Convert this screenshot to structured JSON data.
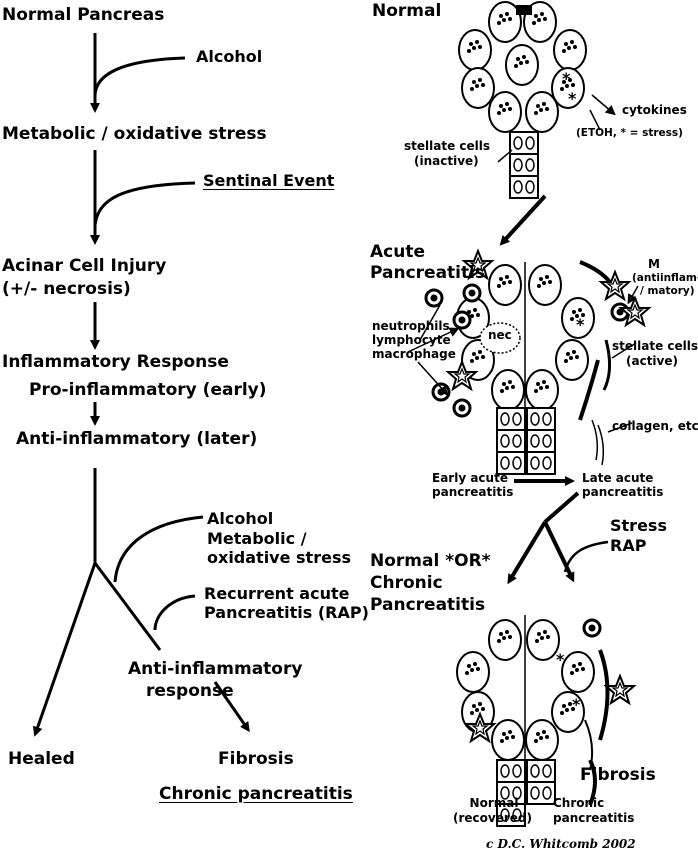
{
  "flow": {
    "normal_pancreas": "Normal Pancreas",
    "alcohol": "Alcohol",
    "metabolic_stress": "Metabolic / oxidative stress",
    "sentinal_event": "Sentinal Event",
    "acinar_injury_1": "Acinar Cell Injury",
    "acinar_injury_2": "(+/- necrosis)",
    "inflammatory_response": "Inflammatory Response",
    "pro_inflammatory": "Pro-inflammatory (early)",
    "anti_inflammatory_later": "Anti-inflammatory (later)",
    "alcohol_2": "Alcohol",
    "metabolic_2a": "Metabolic /",
    "metabolic_2b": "oxidative stress",
    "rap_1": "Recurrent acute",
    "rap_2": "Pancreatitis (RAP)",
    "anti_response_1": "Anti-inflammatory",
    "anti_response_2": "response",
    "healed": "Healed",
    "fibrosis": "Fibrosis",
    "chronic_pancreatitis": "Chronic pancreatitis"
  },
  "illustration": {
    "normal_title": "Normal",
    "cytokines": "cytokines",
    "etoh_stress": "(ETOH, * = stress)",
    "stellate_inactive_1": "stellate cells",
    "stellate_inactive_2": "(inactive)",
    "acute_title_1": "Acute",
    "acute_title_2": "Pancreatitis",
    "m_label": "M",
    "antiinflam_1": "(antiinflam-",
    "antiinflam_2": "/ matory)",
    "neutrophils": "neutrophils",
    "lymphocyte": "lymphocyte",
    "macrophage": "macrophage",
    "nec": "nec",
    "stellate_active_1": "stellate cells",
    "stellate_active_2": "(active)",
    "collagen": "collagen, etc",
    "early_acute_1": "Early acute",
    "early_acute_2": "pancreatitis",
    "late_acute_1": "Late acute",
    "late_acute_2": "pancreatitis",
    "stress": "Stress",
    "rap": "RAP",
    "outcome_1": "Normal *OR*",
    "outcome_2": "Chronic",
    "outcome_3": "Pancreatitis",
    "fibrosis_label": "Fibrosis",
    "normal_recovered_1": "Normal",
    "normal_recovered_2": "(recovered)",
    "chronic_1": "Chronic",
    "chronic_2": "pancreatitis",
    "credit": "c D.C. Whitcomb 2002"
  }
}
